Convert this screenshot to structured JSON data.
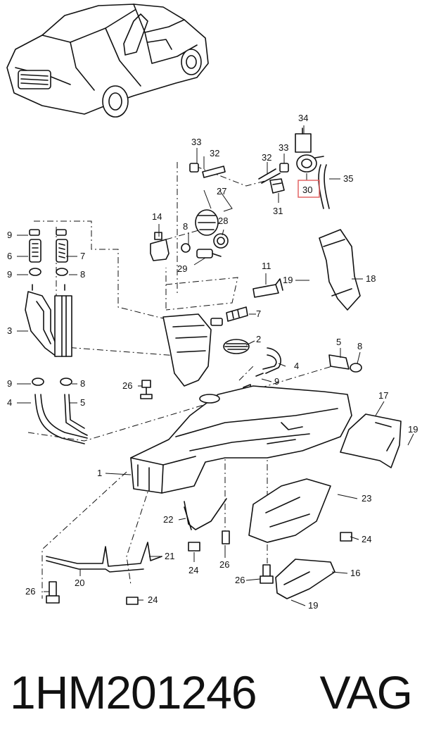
{
  "callouts": {
    "c2": "2",
    "c3": "3",
    "c4a": "4",
    "c4b": "4",
    "c5a": "5",
    "c5b": "5",
    "c6": "6",
    "c7a": "7",
    "c7b": "7",
    "c8a": "8",
    "c8b": "8",
    "c8c": "8",
    "c8d": "8",
    "c9a": "9",
    "c9b": "9",
    "c9c": "9",
    "c9d": "9",
    "c1": "1",
    "c11": "11",
    "c14": "14",
    "c16": "16",
    "c17": "17",
    "c18": "18",
    "c19a": "19",
    "c19b": "19",
    "c19c": "19",
    "c20": "20",
    "c21": "21",
    "c22": "22",
    "c23": "23",
    "c24a": "24",
    "c24b": "24",
    "c24c": "24",
    "c26a": "26",
    "c26b": "26",
    "c26c": "26",
    "c26d": "26",
    "c27": "27",
    "c28": "28",
    "c29": "29",
    "c30": "30",
    "c31": "31",
    "c32a": "32",
    "c32b": "32",
    "c33a": "33",
    "c33b": "33",
    "c34": "34",
    "c35": "35"
  },
  "highlight_color": "#e05a5a",
  "footer": {
    "part_number": "1HM201246",
    "brand": "VAG"
  }
}
